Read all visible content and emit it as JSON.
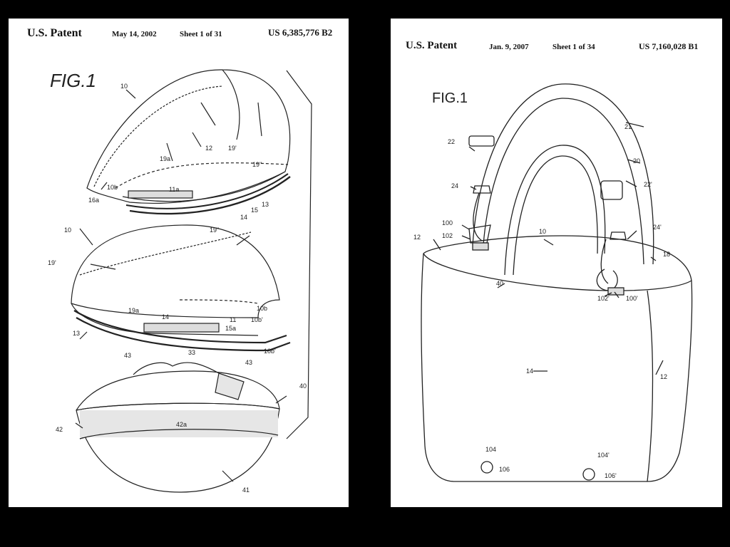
{
  "left_sheet": {
    "header": {
      "office": "U.S. Patent",
      "date": "May 14, 2002",
      "sheet": "Sheet 1 of 31",
      "number": "US 6,385,776 B2"
    },
    "figure_label": "FIG.1",
    "labels": [
      "10",
      "12",
      "19'",
      "19\"",
      "19a",
      "10b",
      "11a",
      "16a",
      "13",
      "14",
      "15",
      "10",
      "19\"",
      "19'",
      "19a",
      "14",
      "15a",
      "11",
      "10b",
      "10b'",
      "10b'",
      "13",
      "43",
      "33",
      "43",
      "40",
      "42",
      "42a",
      "41"
    ]
  },
  "right_sheet": {
    "header": {
      "office": "U.S. Patent",
      "date": "Jan. 9, 2007",
      "sheet": "Sheet 1 of 34",
      "number": "US 7,160,028 B1"
    },
    "figure_label": "FIG.1",
    "labels": [
      "21",
      "22",
      "20",
      "24",
      "22'",
      "100",
      "10",
      "24'",
      "12",
      "102",
      "18",
      "40",
      "102'",
      "100'",
      "14",
      "12",
      "104",
      "106",
      "104'",
      "106'"
    ]
  }
}
